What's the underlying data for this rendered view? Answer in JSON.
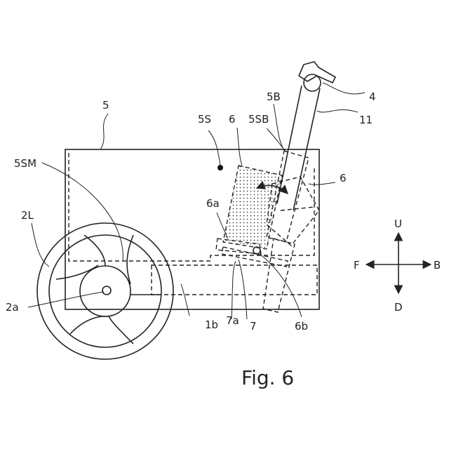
{
  "figure": {
    "caption": "Fig. 6",
    "labels": {
      "l5": "5",
      "l5S": "5S",
      "l6top": "6",
      "l5SB": "5SB",
      "l5B": "5B",
      "l4": "4",
      "l11": "11",
      "l6right": "6",
      "l5SM": "5SM",
      "l2L": "2L",
      "l2a": "2a",
      "l6a": "6a",
      "l1b": "1b",
      "l7a": "7a",
      "l7": "7",
      "l6b": "6b"
    },
    "directions": {
      "up": "U",
      "down": "D",
      "front": "F",
      "back": "B"
    }
  }
}
